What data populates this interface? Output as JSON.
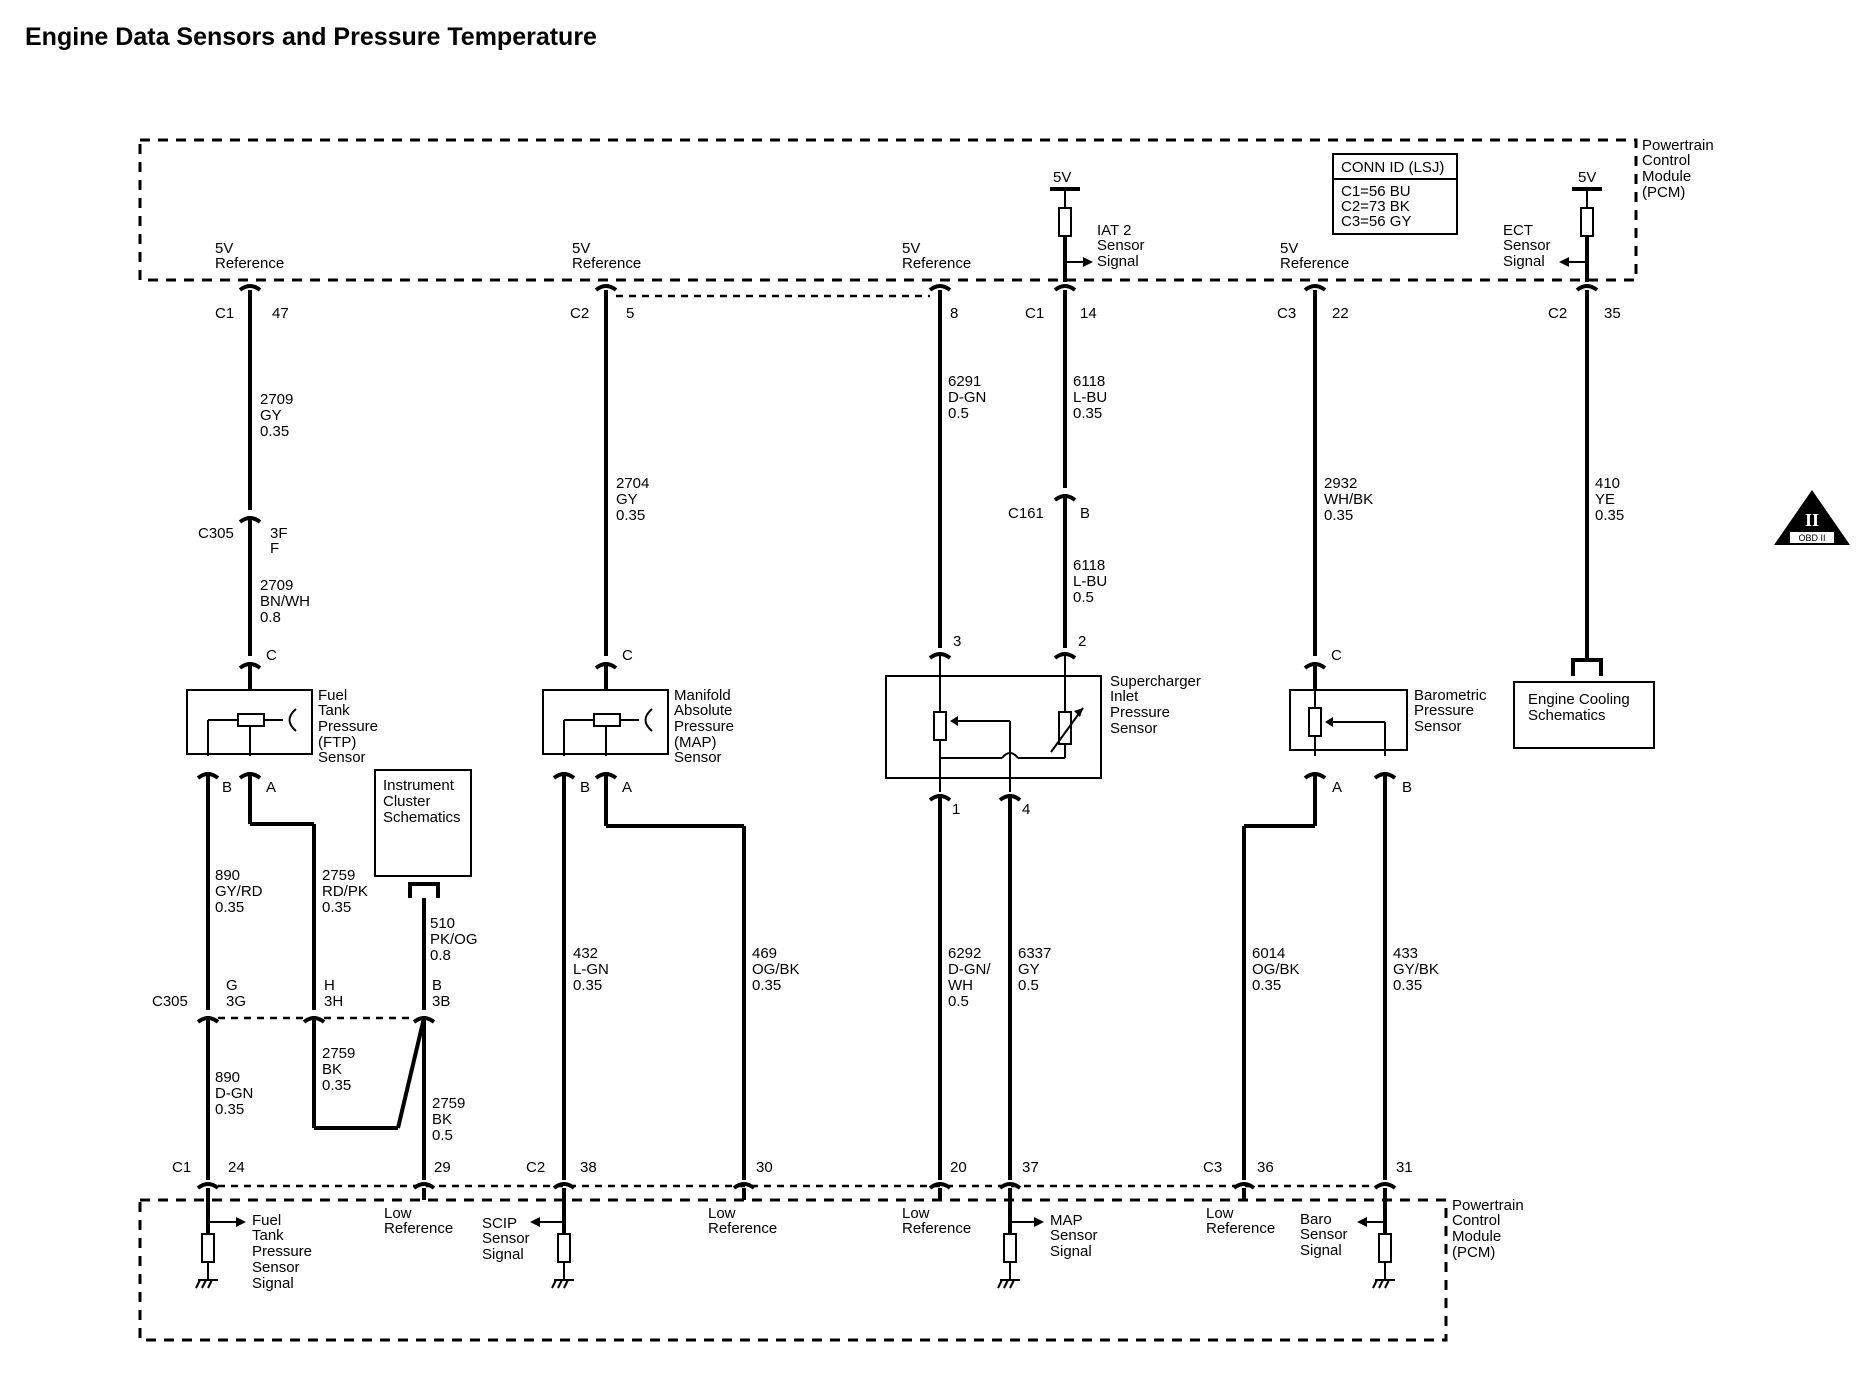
{
  "title": "Engine Data Sensors and Pressure Temperature",
  "pcm": {
    "top_lines": [
      "Powertrain",
      "Control",
      "Module",
      "(PCM)"
    ],
    "bottom_lines": [
      "Powertrain",
      "Control",
      "Module",
      "(PCM)"
    ]
  },
  "conn_id": {
    "title": "CONN ID (LSJ)",
    "rows": [
      "C1=56 BU",
      "C2=73 BK",
      "C3=56 GY"
    ]
  },
  "ref_5v": {
    "line1": "5V",
    "line2": "Reference"
  },
  "supply_5v": "5V",
  "iat2": [
    "IAT 2",
    "Sensor",
    "Signal"
  ],
  "ect": [
    "ECT",
    "Sensor",
    "Signal"
  ],
  "top_pins": [
    {
      "conn": "C1",
      "pin": "47"
    },
    {
      "conn": "C2",
      "pin": "5"
    },
    {
      "conn": "",
      "pin": "8"
    },
    {
      "conn": "C1",
      "pin": "14"
    },
    {
      "conn": "C3",
      "pin": "22"
    },
    {
      "conn": "C2",
      "pin": "35"
    }
  ],
  "wires": {
    "w2709_gy": [
      "2709",
      "GY",
      "0.35"
    ],
    "w2709_bnwh": [
      "2709",
      "BN/WH",
      "0.8"
    ],
    "w2704": [
      "2704",
      "GY",
      "0.35"
    ],
    "w6291": [
      "6291",
      "D-GN",
      "0.5"
    ],
    "w6118_a": [
      "6118",
      "L-BU",
      "0.35"
    ],
    "w6118_b": [
      "6118",
      "L-BU",
      "0.5"
    ],
    "w2932": [
      "2932",
      "WH/BK",
      "0.35"
    ],
    "w410": [
      "410",
      "YE",
      "0.35"
    ],
    "w890_a": [
      "890",
      "GY/RD",
      "0.35"
    ],
    "w2759_a": [
      "2759",
      "RD/PK",
      "0.35"
    ],
    "w510": [
      "510",
      "PK/OG",
      "0.8"
    ],
    "w432": [
      "432",
      "L-GN",
      "0.35"
    ],
    "w469": [
      "469",
      "OG/BK",
      "0.35"
    ],
    "w6292": [
      "6292",
      "D-GN/",
      "WH",
      "0.5"
    ],
    "w6337": [
      "6337",
      "GY",
      "0.5"
    ],
    "w6014": [
      "6014",
      "OG/BK",
      "0.35"
    ],
    "w433": [
      "433",
      "GY/BK",
      "0.35"
    ],
    "w890_b": [
      "890",
      "D-GN",
      "0.35"
    ],
    "w2759_b": [
      "2759",
      "BK",
      "0.35"
    ],
    "w2759_c": [
      "2759",
      "BK",
      "0.5"
    ]
  },
  "c305": {
    "name": "C305",
    "pin1": "3F",
    "pin2": "F"
  },
  "c305b": {
    "name": "C305",
    "g": "G",
    "g2": "3G",
    "h": "H",
    "h2": "3H",
    "b": "B",
    "b2": "3B"
  },
  "c161": {
    "name": "C161",
    "pin": "B"
  },
  "sensors": {
    "ftp": [
      "Fuel",
      "Tank",
      "Pressure",
      "(FTP)",
      "Sensor"
    ],
    "map": [
      "Manifold",
      "Absolute",
      "Pressure",
      "(MAP)",
      "Sensor"
    ],
    "scip": [
      "Supercharger",
      "Inlet",
      "Pressure",
      "Sensor"
    ],
    "baro": [
      "Barometric",
      "Pressure",
      "Sensor"
    ]
  },
  "sensor_pins": {
    "ftp": {
      "top": "C",
      "left": "B",
      "right": "A"
    },
    "map": {
      "top": "C",
      "left": "B",
      "right": "A"
    },
    "scip": {
      "tl": "3",
      "tr": "2",
      "bl": "1",
      "br": "4"
    },
    "baro": {
      "top": "C",
      "left": "A",
      "right": "B"
    }
  },
  "instrument_cluster": [
    "Instrument",
    "Cluster",
    "Schematics"
  ],
  "engine_cooling": [
    "Engine Cooling",
    "Schematics"
  ],
  "bottom_pins": [
    {
      "conn": "C1",
      "pin": "24"
    },
    {
      "conn": "",
      "pin": "29"
    },
    {
      "conn": "C2",
      "pin": "38"
    },
    {
      "conn": "",
      "pin": "30"
    },
    {
      "conn": "",
      "pin": "20"
    },
    {
      "conn": "",
      "pin": "37"
    },
    {
      "conn": "C3",
      "pin": "36"
    },
    {
      "conn": "",
      "pin": "31"
    }
  ],
  "signals": {
    "ftp_sig": [
      "Fuel",
      "Tank",
      "Pressure",
      "Sensor",
      "Signal"
    ],
    "scip_sig": [
      "SCIP",
      "Sensor",
      "Signal"
    ],
    "map_sig": [
      "MAP",
      "Sensor",
      "Signal"
    ],
    "baro_sig": [
      "Baro",
      "Sensor",
      "Signal"
    ],
    "low_ref": [
      "Low",
      "Reference"
    ]
  },
  "obd": {
    "top": "II",
    "bottom": "OBD II"
  }
}
